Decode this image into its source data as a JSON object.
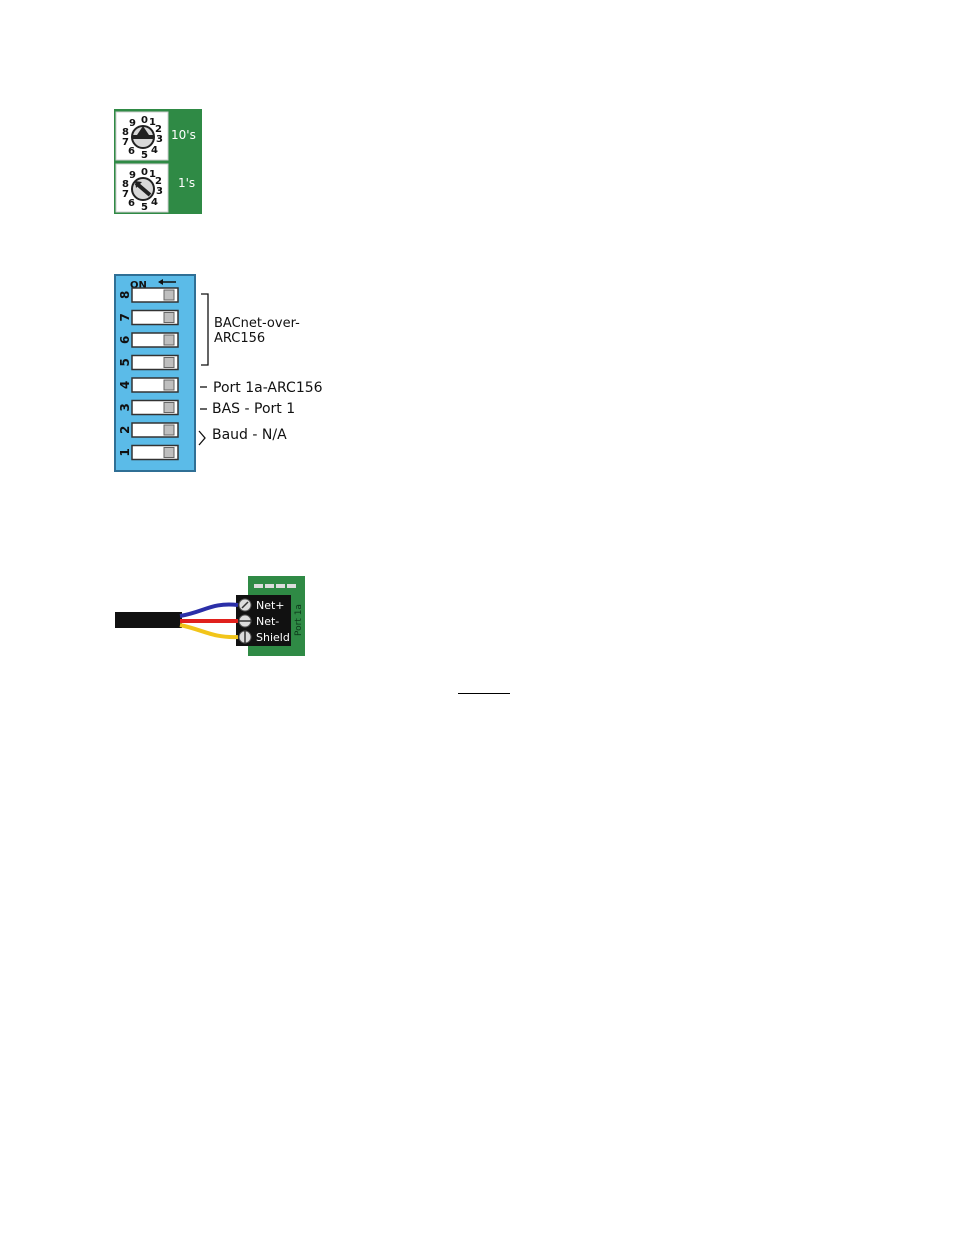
{
  "rotary": {
    "tens_label": "10's",
    "ones_label": "1's",
    "digits": [
      "0",
      "1",
      "2",
      "3",
      "4",
      "5",
      "6",
      "7",
      "8",
      "9"
    ]
  },
  "dip": {
    "on_label": "ON",
    "switch_numbers": [
      "8",
      "7",
      "6",
      "5",
      "4",
      "3",
      "2",
      "1"
    ],
    "label_bacnet_line1": "BACnet-over-",
    "label_bacnet_line2": "ARC156",
    "label_port": "Port 1a-ARC156",
    "label_bas": "BAS - Port 1",
    "label_baud": "Baud - N/A"
  },
  "wiring": {
    "net_plus": "Net+",
    "net_minus": "Net-",
    "shield": "Shield",
    "port_label": "Port 1a"
  },
  "colors": {
    "board_green": "#2f8a45",
    "dip_blue": "#5bbbe8",
    "wire_blue": "#2b2fa8",
    "wire_red": "#e0201c",
    "wire_yellow": "#f2c51a"
  }
}
